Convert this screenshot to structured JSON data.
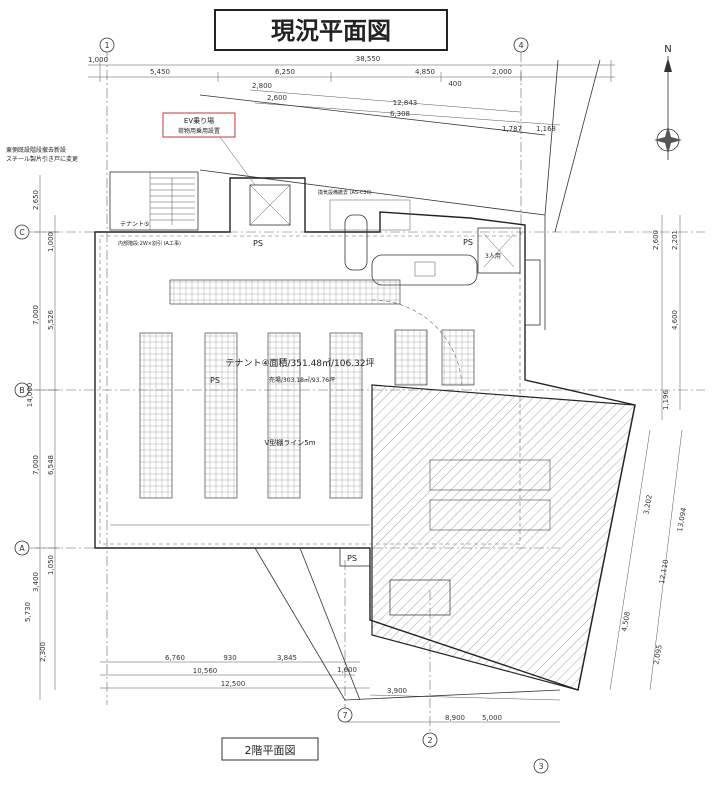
{
  "title": "現況平面図",
  "floor_label": "2階平面図",
  "north": "N",
  "grid": {
    "col1": "1",
    "col4": "4",
    "rowC": "C",
    "rowB": "B",
    "rowA": "A",
    "col7": "7",
    "col2": "2",
    "col3": "3"
  },
  "dims_top": [
    "38,550",
    "1,000",
    "5,450",
    "6,250",
    "4,850",
    "2,000",
    "2,800",
    "400",
    "2,600",
    "12,843",
    "6,308",
    "1,787",
    "1,168"
  ],
  "dims_left": [
    "2,650",
    "1,000",
    "7,000",
    "5,526",
    "14,000",
    "7,000",
    "6,548",
    "3,400",
    "1,050",
    "5,730",
    "2,300"
  ],
  "dims_right": [
    "2,201",
    "2,600",
    "4,600",
    "1,196",
    "3,202",
    "13,094",
    "12,110",
    "4,508",
    "2,095"
  ],
  "dims_bottom": [
    "6,760",
    "930",
    "3,845",
    "1,600",
    "10,560",
    "12,500",
    "3,900",
    "8,900",
    "5,000"
  ],
  "labels": {
    "tenant_area": "テナント④面積/351.48㎡/106.32坪",
    "sales_area": "売場/303.18㎡/93.76坪",
    "shelf_line": "V型棚ライン5m",
    "ps": "PS",
    "ev_title": "EV乗り場",
    "ev_sub": "荷物用乗用設置",
    "tenant5": "テナント⑤",
    "inner_stair": "内部階段:2W×割引 (A工事)",
    "note1": "東側既設階段撤去新設",
    "note2": "スチール製片引き戸に変更",
    "ev_cap": "3人用",
    "equip": "換気設備撤去 (AS-C30)"
  }
}
